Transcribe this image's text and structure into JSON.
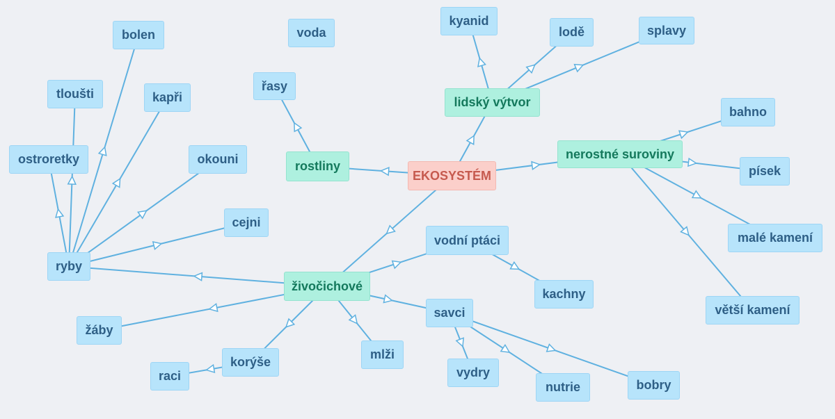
{
  "colors": {
    "edge": "#5fb1e0",
    "leaf_bg": "#b7e4fb",
    "mid_bg": "#aef0df",
    "root_bg": "#fbcfca"
  },
  "diagram": {
    "nodes": {
      "ekosystem": {
        "label": "EKOSYSTÉM"
      },
      "rostliny": {
        "label": "rostliny"
      },
      "rasy": {
        "label": "řasy"
      },
      "voda": {
        "label": "voda"
      },
      "lidsky": {
        "label": "lidský výtvor"
      },
      "kyanid": {
        "label": "kyanid"
      },
      "lode": {
        "label": "lodě"
      },
      "splavy": {
        "label": "splavy"
      },
      "nerostne": {
        "label": "nerostné suroviny"
      },
      "bahno": {
        "label": "bahno"
      },
      "pisek": {
        "label": "písek"
      },
      "male": {
        "label": "malé kamení"
      },
      "vetsi": {
        "label": "větší kamení"
      },
      "zivocichove": {
        "label": "živočichové"
      },
      "vodni": {
        "label": "vodní ptáci"
      },
      "kachny": {
        "label": "kachny"
      },
      "savci": {
        "label": "savci"
      },
      "vydry": {
        "label": "vydry"
      },
      "nutrie": {
        "label": "nutrie"
      },
      "bobry": {
        "label": "bobry"
      },
      "mlzi": {
        "label": "mlži"
      },
      "koryse": {
        "label": "korýše"
      },
      "raci": {
        "label": "raci"
      },
      "zaby": {
        "label": "žáby"
      },
      "ryby": {
        "label": "ryby"
      },
      "cejni": {
        "label": "cejni"
      },
      "okouni": {
        "label": "okouni"
      },
      "kapri": {
        "label": "kapři"
      },
      "bolen": {
        "label": "bolen"
      },
      "tlousti": {
        "label": "tloušti"
      },
      "ostroretky": {
        "label": "ostroretky"
      }
    },
    "edges": [
      [
        "ekosystem",
        "rostliny"
      ],
      [
        "rostliny",
        "rasy"
      ],
      [
        "ekosystem",
        "lidsky"
      ],
      [
        "lidsky",
        "kyanid"
      ],
      [
        "lidsky",
        "lode"
      ],
      [
        "lidsky",
        "splavy"
      ],
      [
        "ekosystem",
        "nerostne"
      ],
      [
        "nerostne",
        "bahno"
      ],
      [
        "nerostne",
        "pisek"
      ],
      [
        "nerostne",
        "male"
      ],
      [
        "nerostne",
        "vetsi"
      ],
      [
        "ekosystem",
        "zivocichove"
      ],
      [
        "zivocichove",
        "vodni"
      ],
      [
        "vodni",
        "kachny"
      ],
      [
        "zivocichove",
        "savci"
      ],
      [
        "savci",
        "vydry"
      ],
      [
        "savci",
        "nutrie"
      ],
      [
        "savci",
        "bobry"
      ],
      [
        "zivocichove",
        "mlzi"
      ],
      [
        "zivocichove",
        "koryse"
      ],
      [
        "koryse",
        "raci"
      ],
      [
        "zivocichove",
        "zaby"
      ],
      [
        "zivocichove",
        "ryby"
      ],
      [
        "ryby",
        "cejni"
      ],
      [
        "ryby",
        "okouni"
      ],
      [
        "ryby",
        "kapri"
      ],
      [
        "ryby",
        "bolen"
      ],
      [
        "ryby",
        "tlousti"
      ],
      [
        "ryby",
        "ostroretky"
      ]
    ]
  }
}
